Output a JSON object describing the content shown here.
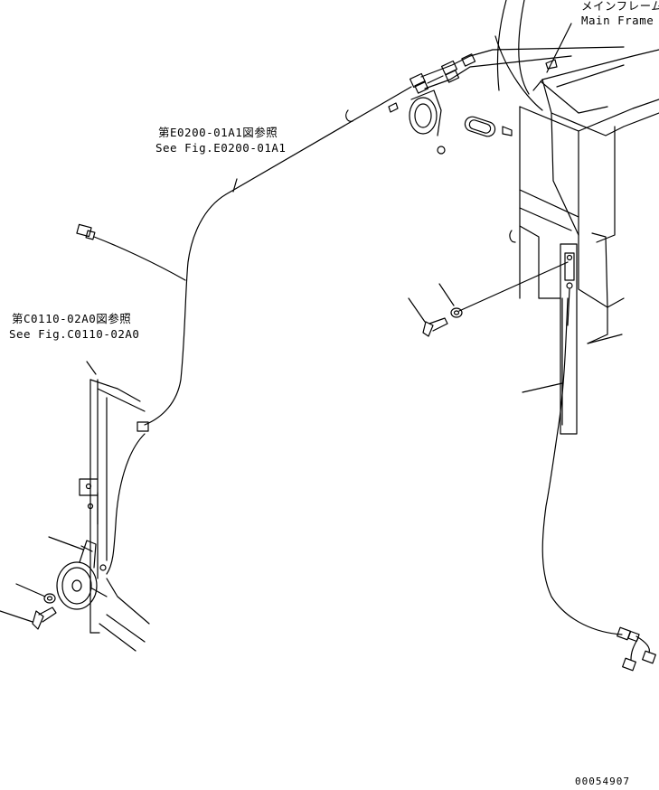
{
  "labels": {
    "main_frame_jp": "メインフレーム",
    "main_frame_en": "Main Frame",
    "ref1_jp": "第E0200-01A1図参照",
    "ref1_en": "See Fig.E0200-01A1",
    "ref2_jp": "第C0110-02A0図参照",
    "ref2_en": "See Fig.C0110-02A0",
    "drawing_number": "00054907"
  }
}
